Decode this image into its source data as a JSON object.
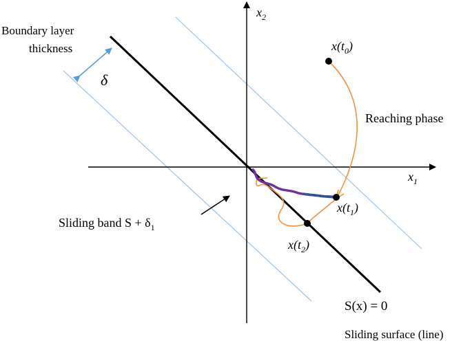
{
  "labels": {
    "boundary_line1": "Boundary layer",
    "boundary_line2": "thickness",
    "delta": "δ",
    "axis_x1": "x",
    "axis_x1_sub": "1",
    "axis_x2": "x",
    "axis_x2_sub": "2",
    "reaching_phase": "Reaching phase",
    "sliding_band": "Sliding band S + δ",
    "sliding_band_sub": "1",
    "surface_eq": "S(x) = 0",
    "sliding_surface": "Sliding surface (line)"
  },
  "points": {
    "t0": {
      "var": "x(t",
      "sub": "0",
      "close": ")"
    },
    "t1": {
      "var": "x(t",
      "sub": "1",
      "close": ")"
    },
    "t2": {
      "var": "x(t",
      "sub": "2",
      "close": ")"
    }
  },
  "colors": {
    "axis": "#000000",
    "sliding_line": "#000000",
    "boundary_lines": "#9dc3e6",
    "delta_arrow": "#5b9bd5",
    "trajectory": "#f4913c",
    "chatter_purple": "#7030a0",
    "chatter_blue": "#2f5597"
  }
}
